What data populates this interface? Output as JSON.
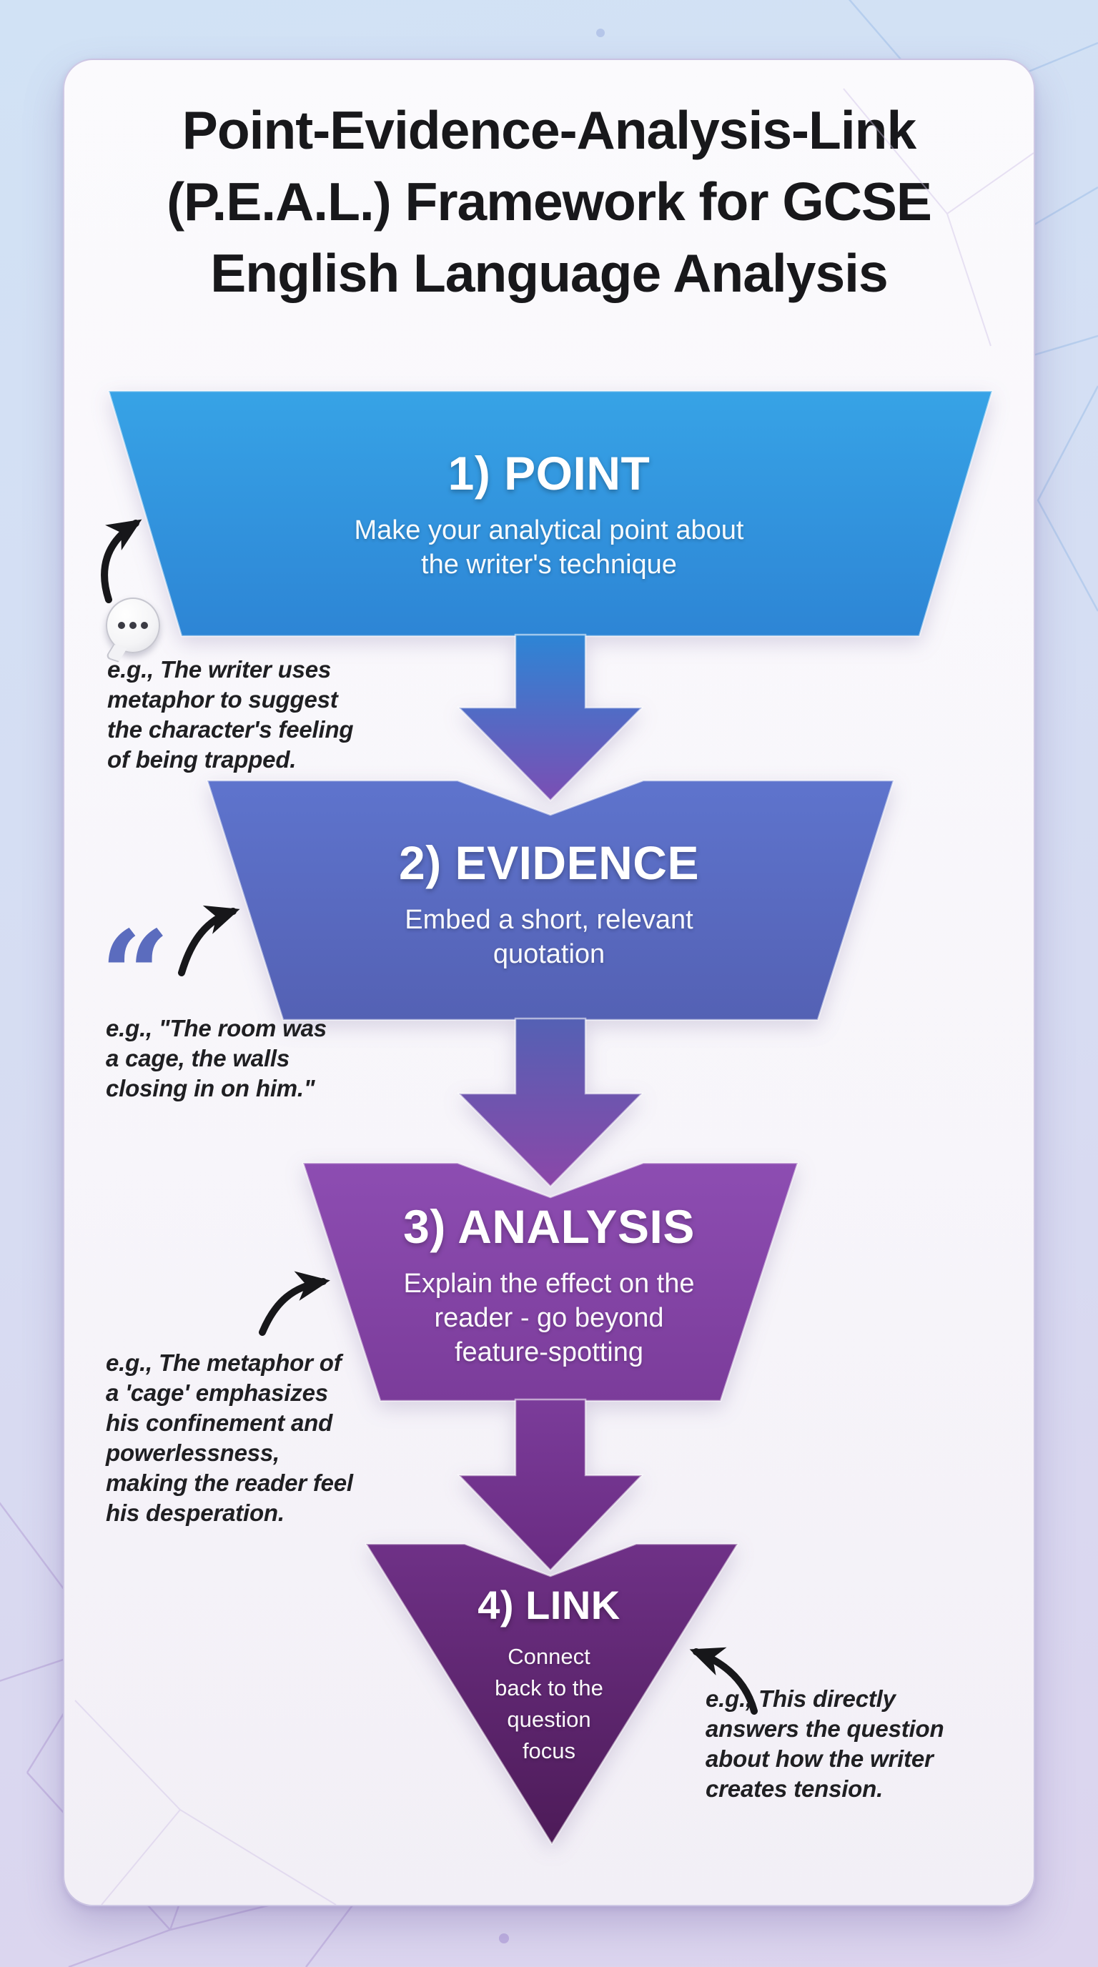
{
  "page": {
    "title_lines": [
      "Point-Evidence-Analysis-Link",
      "(P.E.A.L.) Framework for GCSE",
      "English Language Analysis"
    ]
  },
  "funnel": {
    "sections": [
      {
        "label": "1) POINT",
        "desc": "Make your analytical point about\nthe writer's technique"
      },
      {
        "label": "2) EVIDENCE",
        "desc": "Embed a short, relevant\nquotation"
      },
      {
        "label": "3) ANALYSIS",
        "desc": "Explain the effect on the\nreader - go beyond\nfeature-spotting"
      },
      {
        "label": "4) LINK",
        "desc": "Connect\nback to the\nquestion\nfocus"
      }
    ]
  },
  "annotations": [
    {
      "icon": "speech-bubble-icon",
      "text": "e.g., The writer uses\nmetaphor to suggest\nthe character's feeling\nof being trapped."
    },
    {
      "icon": "double-quote-icon",
      "glyph": "“",
      "text": "e.g., \"The room was\na cage, the walls\nclosing in on him.\""
    },
    {
      "text": "e.g., The metaphor of\na 'cage' emphasizes\nhis confinement and\npowerlessness,\nmaking the reader feel\nhis desperation."
    },
    {
      "text": "e.g., This directly\nanswers the question\nabout how the writer\ncreates tension."
    }
  ],
  "colors": {
    "point_top": "#37a3e6",
    "point_bottom": "#2d85d5",
    "arrow1_end": "#7b4eb3",
    "evidence_top": "#5e74cd",
    "evidence_bottom": "#5461b4",
    "arrow2_end": "#8b47a8",
    "analysis_top": "#8d4db2",
    "analysis_bottom": "#7b3c9a",
    "arrow3_end": "#692b81",
    "link_top": "#6f3187",
    "link_bottom": "#4d1b58",
    "quote_icon": "#5b6cbe",
    "sketch_arrow": "#17171a",
    "annotation_text": "#1f1f22",
    "title_text": "#18181b",
    "bg_top": "#d1e2f5",
    "bg_bottom": "#dcd4ee",
    "card_bg": "#f7f5fa"
  }
}
